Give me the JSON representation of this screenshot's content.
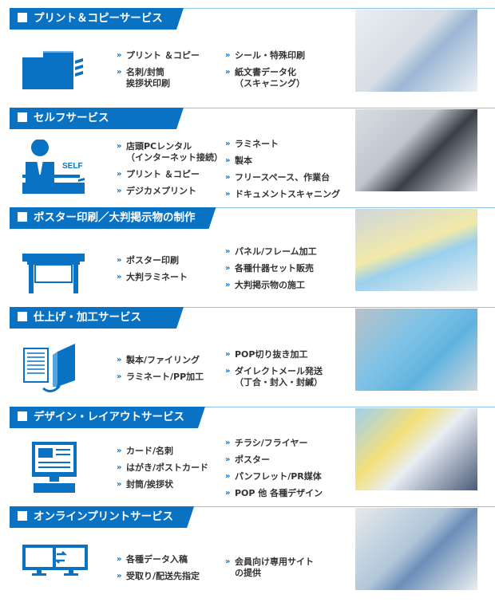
{
  "accent": "#0a72c2",
  "sections": [
    {
      "title": "プリント＆コピーサービス",
      "icon": "copier-icon",
      "col1": [
        "プリント ＆コピー",
        "名刺/封筒\n挨拶状印刷"
      ],
      "col2": [
        "シール・特殊印刷",
        "紙文書データ化\n（スキャニング）"
      ]
    },
    {
      "title": "セルフサービス",
      "icon": "self-service-person-icon",
      "icon_label": "SELF",
      "col1": [
        "店頭PCレンタル\n（インターネット接続）",
        "プリント ＆コピー",
        "デジカメプリント"
      ],
      "col2": [
        "ラミネート",
        "製本",
        "フリースペース、作業台",
        "ドキュメントスキャニング"
      ]
    },
    {
      "title": "ポスター印刷／大判掲示物の制作",
      "icon": "large-format-printer-icon",
      "col1": [
        "ポスター印刷",
        "大判ラミネート"
      ],
      "col2": [
        "パネル/フレーム加工",
        "各種什器セット販売",
        "大判掲示物の施工"
      ]
    },
    {
      "title": "仕上げ・加工サービス",
      "icon": "document-binding-icon",
      "col1": [
        "製本/ファイリング",
        "ラミネート/PP加工"
      ],
      "col2": [
        "POP切り抜き加工",
        "ダイレクトメール発送\n（丁合・封入・封緘）"
      ]
    },
    {
      "title": "デザイン・レイアウトサービス",
      "icon": "design-monitor-icon",
      "col1": [
        "カード/名刺",
        "はがき/ポストカード",
        "封筒/挨拶状"
      ],
      "col2": [
        "チラシ/フライヤー",
        "ポスター",
        "パンフレット/PR媒体",
        "POP 他 各種デザイン"
      ]
    },
    {
      "title": "オンラインプリントサービス",
      "icon": "two-monitors-exchange-icon",
      "col1": [
        "各種データ入稿",
        "受取り/配送先指定"
      ],
      "col2": [
        "会員向け専用サイト\nの提供"
      ]
    }
  ]
}
